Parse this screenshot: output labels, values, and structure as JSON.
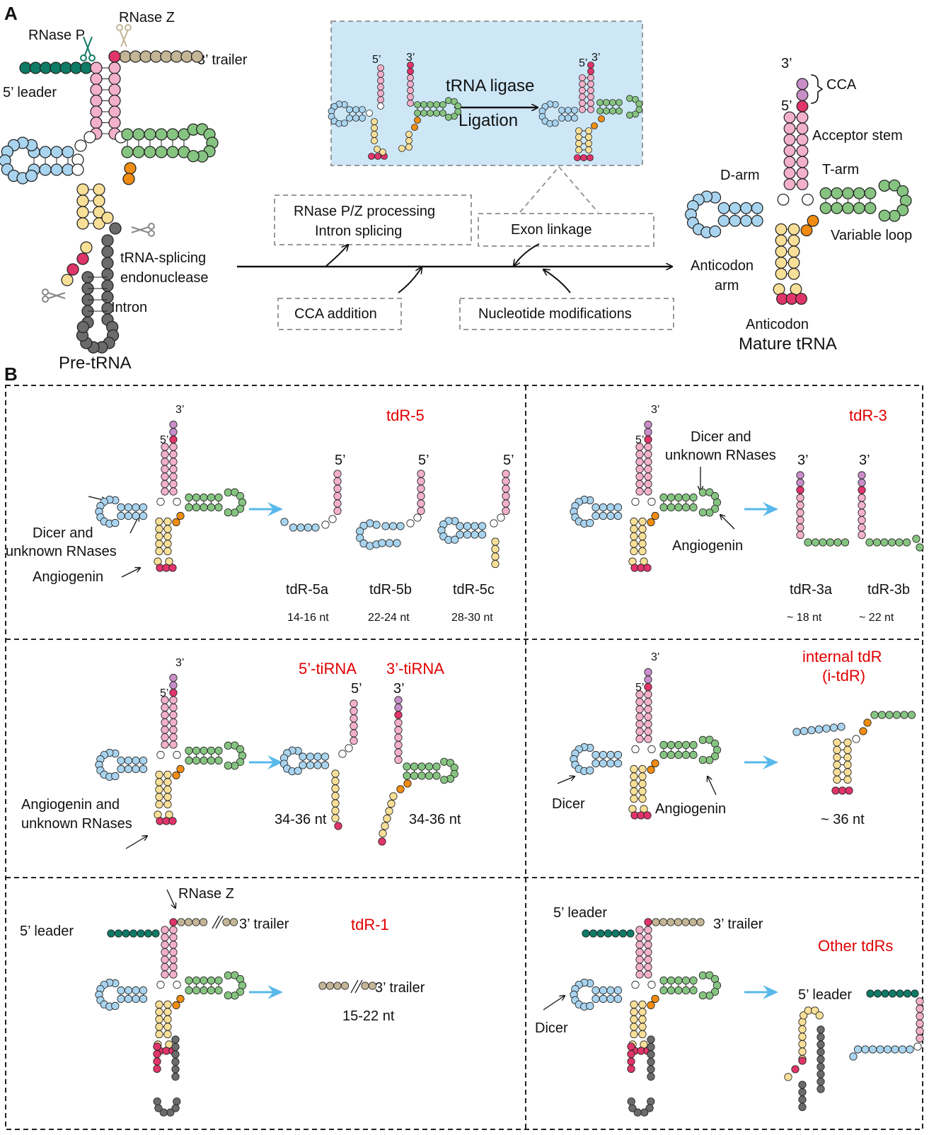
{
  "colors": {
    "leader": "#0f7a65",
    "trailer": "#c3b596",
    "acceptor": "#f2b0cb",
    "cca": "#c78ec8",
    "pink": "#e0356a",
    "darm": "#a9d4ef",
    "tarm": "#86c481",
    "anticodon_arm": "#f8df98",
    "variable": "#ef8c11",
    "intron": "#6b6b6b",
    "white": "#ffffff",
    "shade": "#cde7f7",
    "arrow": "#58b8ea",
    "red_text": "#e00000"
  },
  "panel_a": {
    "letter": "A",
    "pre_trna": {
      "rnase_p": "RNase P",
      "rnase_z": "RNase Z",
      "trailer": "3’ trailer",
      "leader": "5’ leader",
      "splicing": "tRNA-splicing",
      "endonuclease": "endonuclease",
      "intron": "Intron",
      "caption": "Pre-tRNA"
    },
    "ligation_box": {
      "five": "5’",
      "three": "3’",
      "ligase": "tRNA ligase",
      "ligation": "Ligation"
    },
    "steps": {
      "rnase_pz": "RNase P/Z processing",
      "intron_splicing": "Intron splicing",
      "exon_linkage": "Exon linkage",
      "cca_addition": "CCA addition",
      "nucleotide_mod": "Nucleotide modifications"
    },
    "mature": {
      "three": "3’",
      "five": "5’",
      "cca": "CCA",
      "acceptor": "Acceptor stem",
      "darm": "D-arm",
      "tarm": "T-arm",
      "variable": "Variable loop",
      "anticodon_arm1": "Anticodon",
      "anticodon_arm2": "arm",
      "anticodon": "Anticodon",
      "caption": "Mature tRNA"
    }
  },
  "panel_b": {
    "letter": "B",
    "tdr5": {
      "title": "tdR-5",
      "three": "3’",
      "five": "5’",
      "dicer1": "Dicer and",
      "dicer2": "unknown RNases",
      "angiogenin": "Angiogenin",
      "labels": [
        "tdR-5a",
        "tdR-5b",
        "tdR-5c"
      ],
      "sizes": [
        "14-16 nt",
        "22-24 nt",
        "28-30 nt"
      ]
    },
    "tdr3": {
      "title": "tdR-3",
      "three": "3’",
      "five": "5’",
      "dicer1": "Dicer and",
      "dicer2": "unknown RNases",
      "angiogenin": "Angiogenin",
      "labels": [
        "tdR-3a",
        "tdR-3b"
      ],
      "sizes": [
        "~ 18 nt",
        "~ 22 nt"
      ]
    },
    "tirna": {
      "title5": "5’-tiRNA",
      "title3": "3’-tiRNA",
      "three": "3’",
      "five": "5’",
      "ang1": "Angiogenin and",
      "ang2": "unknown RNases",
      "size5": "34-36 nt",
      "size3": "34-36 nt"
    },
    "itdr": {
      "title1": "internal tdR",
      "title2": "(i-tdR)",
      "three": "3’",
      "five": "5’",
      "dicer": "Dicer",
      "angiogenin": "Angiogenin",
      "size": "~ 36 nt"
    },
    "tdr1": {
      "title": "tdR-1",
      "rnase_z": "RNase Z",
      "leader": "5’ leader",
      "trailer": "3’ trailer",
      "size": "15-22 nt"
    },
    "other": {
      "title": "Other tdRs",
      "leader": "5’ leader",
      "trailer": "3’ trailer",
      "dicer": "Dicer"
    }
  }
}
